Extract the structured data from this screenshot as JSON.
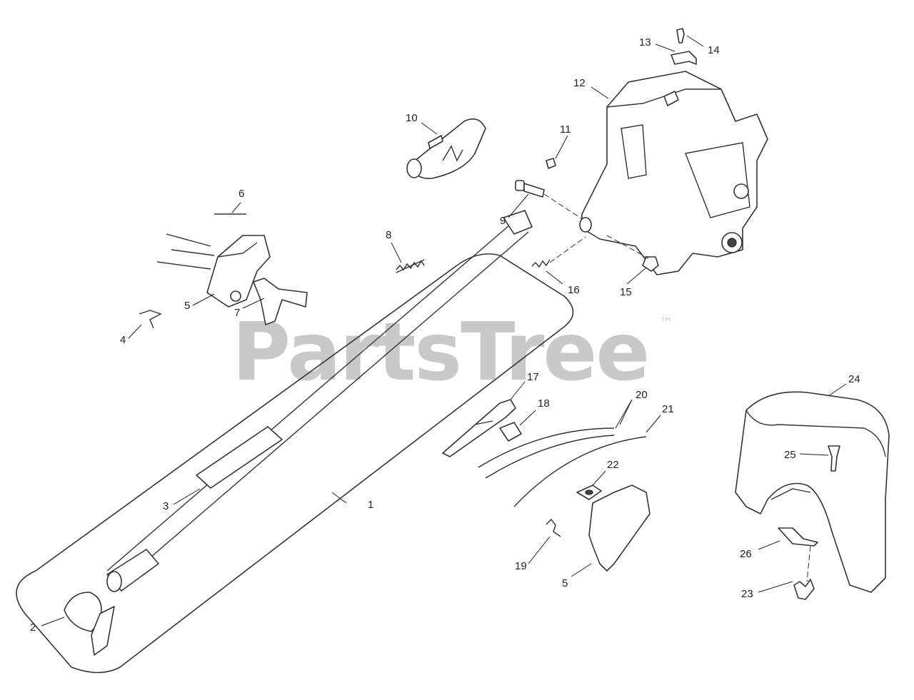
{
  "watermark": {
    "text": "PartsTree",
    "trademark": "™"
  },
  "callouts": [
    "1",
    "2",
    "3",
    "4",
    "5",
    "5",
    "6",
    "7",
    "8",
    "9",
    "10",
    "11",
    "12",
    "13",
    "14",
    "15",
    "16",
    "17",
    "18",
    "19",
    "20",
    "21",
    "22",
    "23",
    "24",
    "25",
    "26"
  ]
}
